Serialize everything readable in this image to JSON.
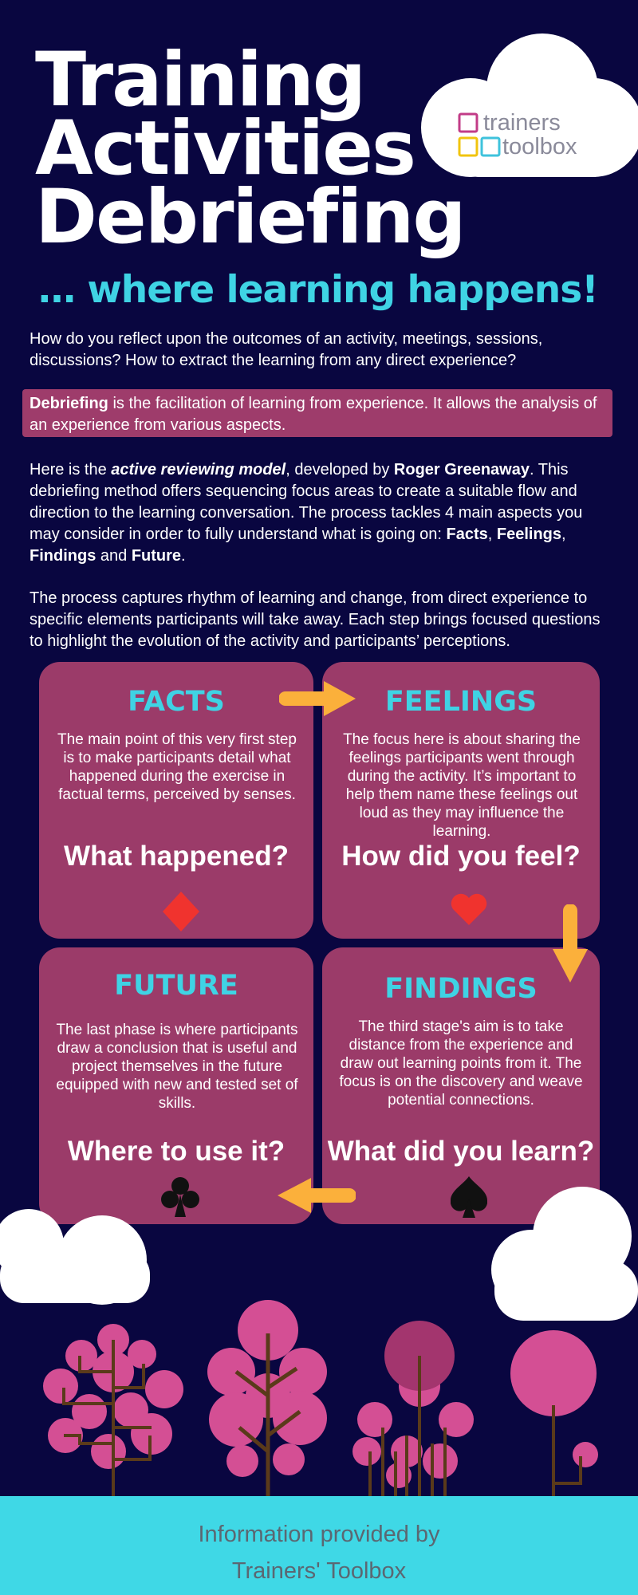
{
  "header": {
    "title_lines": [
      "Training",
      "Activities",
      "Debriefing"
    ],
    "tagline": "… where learning happens!",
    "logo": {
      "line1": "trainers",
      "line2": "toolbox"
    }
  },
  "intro": {
    "question": "How do you reflect upon the outcomes of an activity, meetings, sessions, discussions? How to extract the learning from any direct experience?",
    "definition_term": "Debriefing",
    "definition_rest": " is the facilitation of learning from experience. It allows the analysis of an experience from various aspects.",
    "model_p1": "Here is the ",
    "model_name": "active reviewing model",
    "model_p2": ", developed by ",
    "model_author": "Roger Greenaway",
    "model_p3": ". This debriefing method offers sequencing focus areas to create a suitable flow and direction to the learning conversation. The process tackles 4 main aspects you may consider in order to fully understand what is going on: ",
    "facts": "Facts",
    "sep1": ", ",
    "feelings": "Feelings",
    "sep2": ", ",
    "findings": "Findings",
    "and": " and ",
    "future": "Future",
    "period": ".",
    "rhythm": "The process captures rhythm of learning and change, from direct experience to specific elements participants will take away. Each step brings focused questions to highlight the evolution of the activity and participants’ perceptions."
  },
  "cards": {
    "facts": {
      "title": "FACTS",
      "desc": "The main point of this very first step is to make participants detail what happened during the exercise in factual terms, perceived by senses.",
      "question": "What happened?",
      "suit": "diamond"
    },
    "feelings": {
      "title": "FEELINGS",
      "desc": "The focus here is about sharing the feelings participants went through during the activity. It’s important to help them name these feelings out loud as they may influence the learning.",
      "question": "How did you feel?",
      "suit": "heart"
    },
    "future": {
      "title": "FUTURE",
      "desc": "The last phase is where participants draw a conclusion that is useful and project themselves in the future equipped with new and tested set of skills.",
      "question": "Where to use it?",
      "suit": "club"
    },
    "findings": {
      "title": "FINDINGS",
      "desc": "The third stage's aim is to take distance from the experience and draw out learning points from it. The focus is on the discovery and weave potential connections.",
      "question": "What did you learn?",
      "suit": "spade"
    }
  },
  "footer": {
    "line1": "Information provided by",
    "line2": "Trainers' Toolbox"
  },
  "colors": {
    "background": "#090640",
    "card": "#9b3b69",
    "accent_cyan": "#3fd3e4",
    "arrow": "#fbb03b",
    "suit_red": "#f0332e",
    "tree_pink": "#d44f94",
    "trunk": "#5a3a1a"
  }
}
